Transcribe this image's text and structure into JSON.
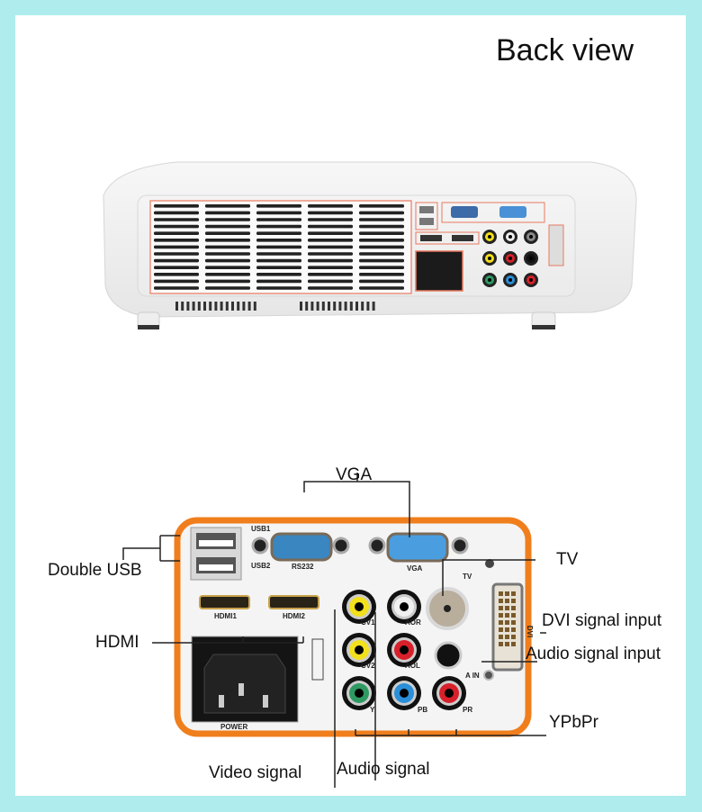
{
  "title": "Back view",
  "colors": {
    "frame": "#afeced",
    "panel_border": "#f07e1c",
    "highlight_box": "#e8795f",
    "rca_yellow": "#f2e01c",
    "rca_red": "#d8202a",
    "rca_green": "#2e9a62",
    "rca_blue": "#2a8fd8",
    "vga_blue": "#4a90d6"
  },
  "callouts": {
    "vga": "VGA",
    "double_usb": "Double USB",
    "hdmi": "HDMI",
    "tv": "TV",
    "dvi": "DVI signal input",
    "audio_input": "Audio signal input",
    "ypbpr": "YPbPr",
    "video_signal": "Video signal",
    "audio_signal": "Audio signal"
  },
  "port_labels": {
    "usb1": "USB1",
    "usb2": "USB2",
    "rs232": "RS232",
    "vga": "VGA",
    "tv": "TV",
    "dvi": "DVI",
    "hdmi1": "HDMI1",
    "hdmi2": "HDMI2",
    "cv1": "CV1",
    "cv2": "CV2",
    "aor": "AOR",
    "aol": "AOL",
    "ain": "A IN",
    "y": "Y",
    "pb": "PB",
    "pr": "PR",
    "power": "POWER"
  }
}
